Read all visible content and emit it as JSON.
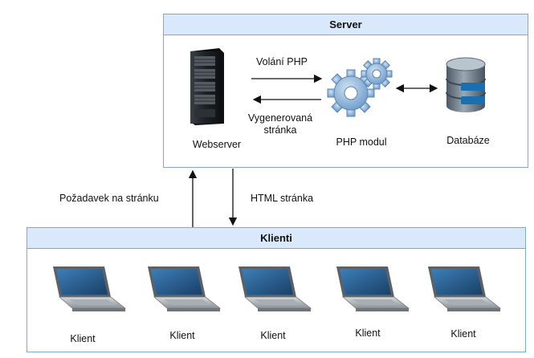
{
  "server": {
    "title": "Server",
    "webserver_label": "Webserver",
    "php_label": "PHP modul",
    "db_label": "Databáze",
    "call_php": "Volání PHP",
    "generated_page_line1": "Vygenerovaná",
    "generated_page_line2": "stránka"
  },
  "links": {
    "page_request": "Požadavek na stránku",
    "html_page": "HTML stránka"
  },
  "clients": {
    "title": "Klienti",
    "items": [
      "Klient",
      "Klient",
      "Klient",
      "Klient",
      "Klient"
    ]
  },
  "colors": {
    "box_border": "#7ea6e0",
    "box_header": "#dae8fc",
    "gear": "#8fb3d9",
    "db_body": "#6f7e8c",
    "db_accent": "#1a6fb0"
  }
}
